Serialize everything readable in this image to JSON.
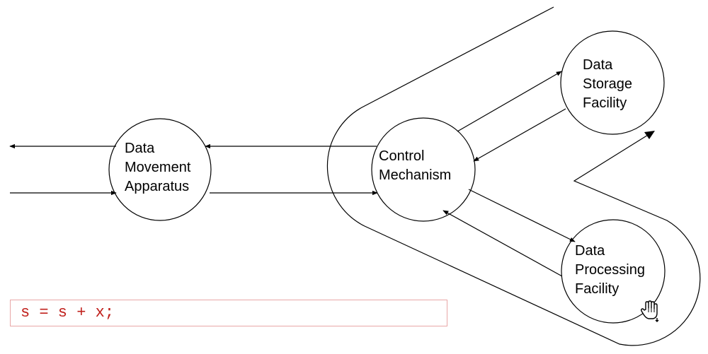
{
  "diagram": {
    "nodes": {
      "data_movement": {
        "lines": [
          "Data",
          "Movement",
          "Apparatus"
        ]
      },
      "control": {
        "lines": [
          "Control",
          "Mechanism"
        ]
      },
      "data_storage": {
        "lines": [
          "Data",
          "Storage",
          "Facility"
        ]
      },
      "data_processing": {
        "lines": [
          "Data",
          "Processing",
          "Facility"
        ]
      }
    }
  },
  "code_box": {
    "text": "s = s + x;"
  },
  "cursor": {
    "icon": "hand-pointer-icon"
  },
  "colors": {
    "line": "#000000",
    "code_text": "#c0201c",
    "code_border": "#e8a7a7"
  }
}
